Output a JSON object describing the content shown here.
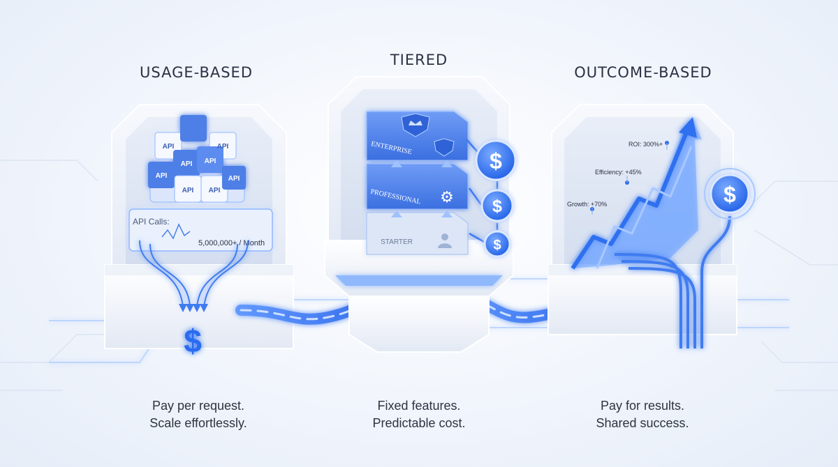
{
  "models": [
    {
      "title": "USAGE-BASED",
      "caption_line1": "Pay per request.",
      "caption_line2": "Scale effortlessly.",
      "chip_label": "API",
      "meter_label": "API Calls:",
      "meter_value": "5,000,000+ / Month",
      "currency_symbol": "$"
    },
    {
      "title": "TIERED",
      "caption_line1": "Fixed features.",
      "caption_line2": "Predictable cost.",
      "tiers": [
        "ENTERPRISE",
        "PROFESSIONAL",
        "STARTER"
      ],
      "currency_symbol": "$"
    },
    {
      "title": "OUTCOME-BASED",
      "caption_line1": "Pay for results.",
      "caption_line2": "Shared success.",
      "metrics": [
        {
          "label": "ROI: 300%+"
        },
        {
          "label": "Efficiency: +45%"
        },
        {
          "label": "Growth: +70%"
        }
      ],
      "currency_symbol": "$"
    }
  ],
  "colors": {
    "accent": "#2f6ff0",
    "glow": "#7fb2ff",
    "block": "#4d7fe6",
    "panel": "#eef2f9",
    "text": "#2a3142"
  }
}
